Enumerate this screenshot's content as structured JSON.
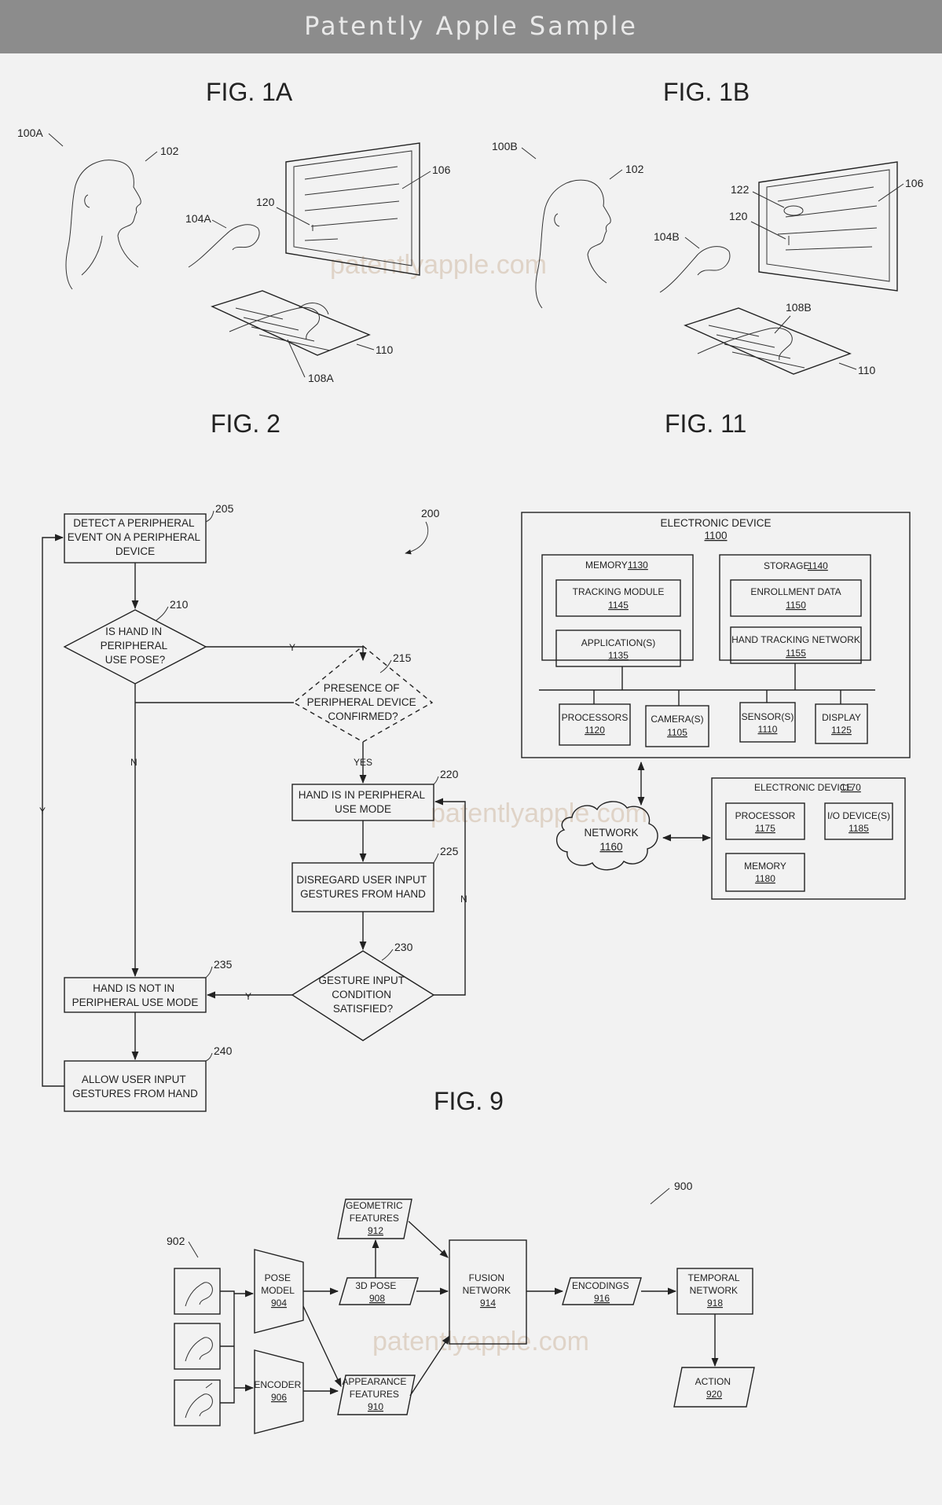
{
  "page": {
    "title": "Patently Apple Sample",
    "watermark": "patentlyapple.com"
  },
  "figures": {
    "fig1a": {
      "caption": "FIG. 1A",
      "refs": {
        "system": "100A",
        "user": "102",
        "hand": "104A",
        "display": "106",
        "cursor": "120",
        "keyboard_hand": "108A",
        "keyboard": "110"
      }
    },
    "fig1b": {
      "caption": "FIG. 1B",
      "refs": {
        "system": "100B",
        "user": "102",
        "hand": "104B",
        "display": "106",
        "pointer": "122",
        "cursor": "120",
        "keyboard_hand": "108B",
        "keyboard": "110"
      }
    },
    "fig2": {
      "caption": "FIG. 2",
      "ref": "200",
      "nodes": {
        "n205": {
          "ref": "205",
          "lines": [
            "DETECT A PERIPHERAL",
            "EVENT ON A PERIPHERAL",
            "DEVICE"
          ]
        },
        "n210": {
          "ref": "210",
          "lines": [
            "IS HAND IN",
            "PERIPHERAL",
            "USE POSE?"
          ]
        },
        "n215": {
          "ref": "215",
          "lines": [
            "PRESENCE OF",
            "PERIPHERAL DEVICE",
            "CONFIRMED?"
          ]
        },
        "n220": {
          "ref": "220",
          "lines": [
            "HAND IS IN PERIPHERAL",
            "USE MODE"
          ]
        },
        "n225": {
          "ref": "225",
          "lines": [
            "DISREGARD USER INPUT",
            "GESTURES FROM HAND"
          ]
        },
        "n230": {
          "ref": "230",
          "lines": [
            "GESTURE INPUT",
            "CONDITION",
            "SATISFIED?"
          ]
        },
        "n235": {
          "ref": "235",
          "lines": [
            "HAND IS NOT IN",
            "PERIPHERAL USE MODE"
          ]
        },
        "n240": {
          "ref": "240",
          "lines": [
            "ALLOW USER INPUT",
            "GESTURES FROM HAND"
          ]
        }
      },
      "edge_labels": {
        "y1": "Y",
        "yes": "YES",
        "n1": "N",
        "n2": "N",
        "y2": "Y",
        "y3": "Y"
      }
    },
    "fig11": {
      "caption": "FIG. 11",
      "device1100": {
        "label": "ELECTRONIC DEVICE",
        "ref": "1100"
      },
      "memory": {
        "label": "MEMORY",
        "ref": "1130"
      },
      "tracking": {
        "label": "TRACKING MODULE",
        "ref": "1145"
      },
      "applications": {
        "label": "APPLICATION(S)",
        "ref": "1135"
      },
      "storage": {
        "label": "STORAGE",
        "ref": "1140"
      },
      "enrollment": {
        "label": "ENROLLMENT DATA",
        "ref": "1150"
      },
      "hand_tracking": {
        "label": "HAND TRACKING NETWORK",
        "ref": "1155"
      },
      "processors": {
        "label": "PROCESSORS",
        "ref": "1120"
      },
      "cameras": {
        "label": "CAMERA(S)",
        "ref": "1105"
      },
      "sensors": {
        "label": "SENSOR(S)",
        "ref": "1110"
      },
      "display": {
        "label": "DISPLAY",
        "ref": "1125"
      },
      "network": {
        "label": "NETWORK",
        "ref": "1160"
      },
      "device1170": {
        "label": "ELECTRONIC DEVICE",
        "ref": "1170"
      },
      "processor": {
        "label": "PROCESSOR",
        "ref": "1175"
      },
      "io": {
        "label": "I/O DEVICE(S)",
        "ref": "1185"
      },
      "memory1180": {
        "label": "MEMORY",
        "ref": "1180"
      }
    },
    "fig9": {
      "caption": "FIG. 9",
      "ref": "900",
      "input_ref": "902",
      "geometric": {
        "lines": [
          "GEOMETRIC",
          "FEATURES"
        ],
        "ref": "912"
      },
      "pose_model": {
        "lines": [
          "POSE",
          "MODEL"
        ],
        "ref": "904"
      },
      "pose3d": {
        "lines": [
          "3D POSE"
        ],
        "ref": "908"
      },
      "encoder": {
        "lines": [
          "ENCODER"
        ],
        "ref": "906"
      },
      "appearance": {
        "lines": [
          "APPEARANCE",
          "FEATURES"
        ],
        "ref": "910"
      },
      "fusion": {
        "lines": [
          "FUSION",
          "NETWORK"
        ],
        "ref": "914"
      },
      "encodings": {
        "lines": [
          "ENCODINGS"
        ],
        "ref": "916"
      },
      "temporal": {
        "lines": [
          "TEMPORAL",
          "NETWORK"
        ],
        "ref": "918"
      },
      "action": {
        "lines": [
          "ACTION"
        ],
        "ref": "920"
      }
    }
  },
  "colors": {
    "highlight_yellow": "#f6f2c3",
    "encoder_blue": "#dcebf6",
    "ink": "#222222",
    "paper": "#f2f2f2",
    "header_bar": "#8c8c8c"
  }
}
